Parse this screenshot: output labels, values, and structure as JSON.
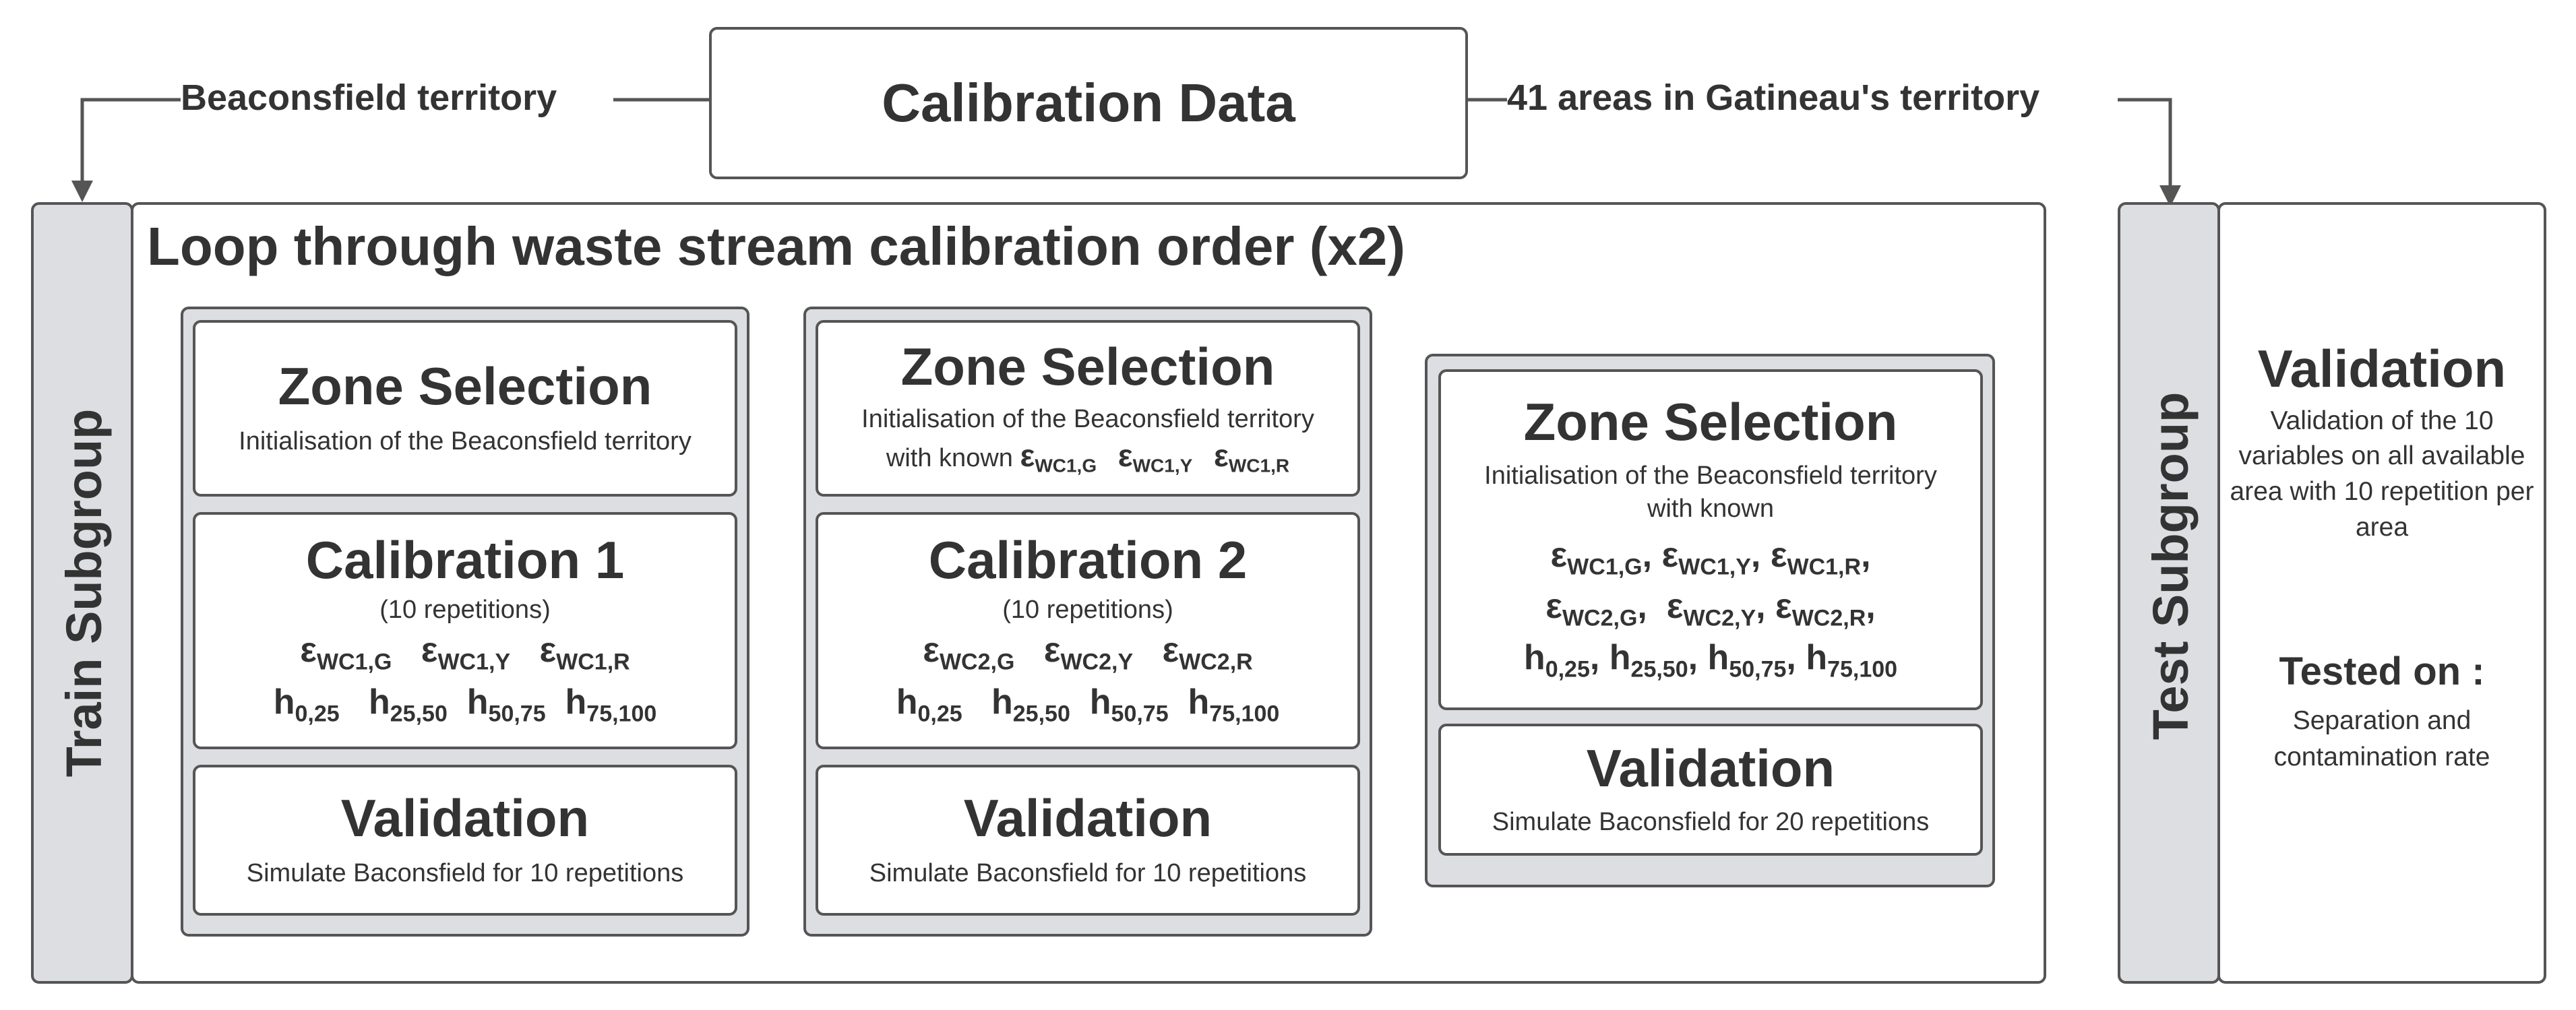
{
  "top": {
    "title": "Calibration Data",
    "left_label": "Beaconsfield territory",
    "right_label": "41 areas in Gatineau's territory"
  },
  "train": {
    "side_label": "Train Subgroup",
    "loop_title": "Loop through waste stream calibration order (x2)",
    "stage1": {
      "zone_title": "Zone Selection",
      "zone_text": "Initialisation of the Beaconsfield territory",
      "calib_title": "Calibration 1",
      "calib_reps": "(10 repetitions)",
      "eps": [
        "ε",
        "WC1,G",
        "ε",
        "WC1,Y",
        "ε",
        "WC1,R"
      ],
      "h": [
        "h",
        "0,25",
        "h",
        "25,50",
        "h",
        "50,75",
        "h",
        "75,100"
      ],
      "val_title": "Validation",
      "val_text": "Simulate Baconsfield for 10 repetitions"
    },
    "stage2": {
      "zone_title": "Zone Selection",
      "zone_text_1": "Initialisation of the Beaconsfield territory",
      "zone_text_2": "with known",
      "zone_eps": [
        "ε",
        "WC1,G",
        "ε",
        "WC1,Y",
        "ε",
        "WC1,R"
      ],
      "calib_title": "Calibration 2",
      "calib_reps": "(10 repetitions)",
      "eps": [
        "ε",
        "WC2,G",
        "ε",
        "WC2,Y",
        "ε",
        "WC2,R"
      ],
      "h": [
        "h",
        "0,25",
        "h",
        "25,50",
        "h",
        "50,75",
        "h",
        "75,100"
      ],
      "val_title": "Validation",
      "val_text": "Simulate Baconsfield for 10 repetitions"
    },
    "stage3": {
      "zone_title": "Zone Selection",
      "zone_text_1": "Initialisation of the Beaconsfield territory",
      "zone_text_2": "with known",
      "eps1": [
        "ε",
        "WC1,G",
        "ε",
        "WC1,Y",
        "ε",
        "WC1,R"
      ],
      "eps2": [
        "ε",
        "WC2,G",
        "ε",
        "WC2,Y",
        "ε",
        "WC2,R"
      ],
      "h": [
        "h",
        "0,25",
        "h",
        "25,50",
        "h",
        "50,75",
        "h",
        "75,100"
      ],
      "val_title": "Validation",
      "val_text": "Simulate Baconsfield for 20 repetitions"
    }
  },
  "test": {
    "side_label": "Test Subgroup",
    "val_title": "Validation",
    "val_text": "Validation of the 10 variables on all available area with 10 repetition per area",
    "tested_title": "Tested on :",
    "tested_text": "Separation and contamination rate"
  }
}
